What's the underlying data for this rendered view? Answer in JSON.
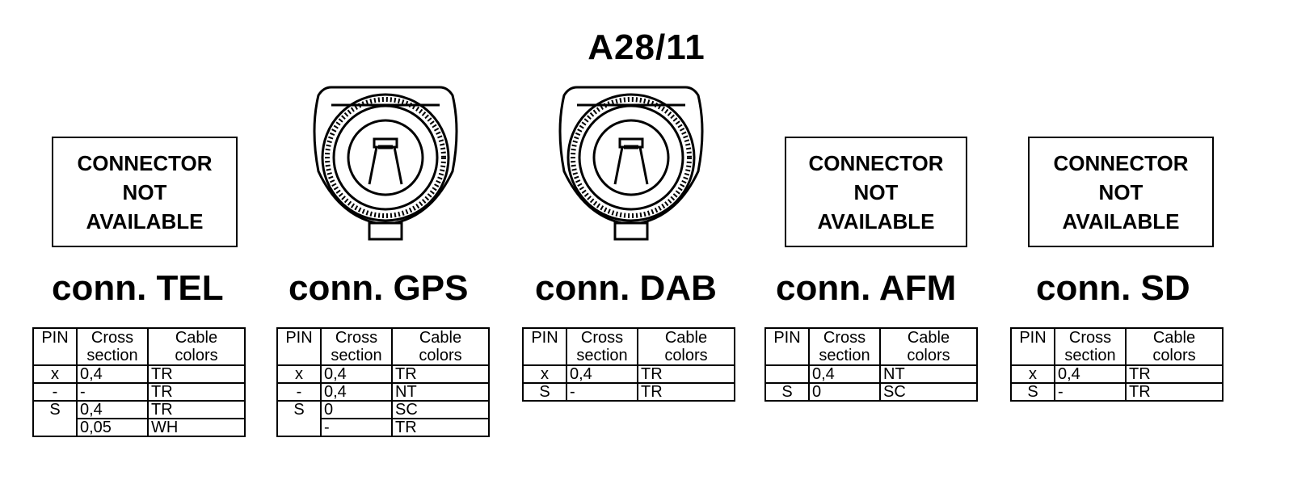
{
  "title": "A28/11",
  "headers": {
    "pin": "PIN",
    "cross_section": [
      "Cross",
      "section"
    ],
    "cable_colors": [
      "Cable",
      "colors"
    ]
  },
  "connectors": {
    "tel": {
      "label": "conn. TEL",
      "placeholder": [
        "CONNECTOR",
        "NOT",
        "AVAILABLE"
      ],
      "rows": [
        [
          "x",
          "0,4",
          "TR"
        ],
        [
          "-",
          "-",
          "TR"
        ],
        [
          "S",
          "0,4",
          "TR"
        ],
        [
          "",
          "0,05",
          "WH"
        ]
      ]
    },
    "gps": {
      "label": "conn. GPS",
      "icon": "coax-connector-icon",
      "rows": [
        [
          "x",
          "0,4",
          "TR"
        ],
        [
          "-",
          "0,4",
          "NT"
        ],
        [
          "S",
          "0",
          "SC"
        ],
        [
          "",
          "-",
          "TR"
        ]
      ]
    },
    "dab": {
      "label": "conn. DAB",
      "icon": "coax-connector-icon",
      "rows": [
        [
          "x",
          "0,4",
          "TR"
        ],
        [
          "S",
          "-",
          "TR"
        ]
      ]
    },
    "afm": {
      "label": "conn. AFM",
      "placeholder": [
        "CONNECTOR",
        "NOT",
        "AVAILABLE"
      ],
      "rows": [
        [
          "",
          "0,4",
          "NT"
        ],
        [
          "S",
          "0",
          "SC"
        ]
      ]
    },
    "sd": {
      "label": "conn. SD",
      "placeholder": [
        "CONNECTOR",
        "NOT",
        "AVAILABLE"
      ],
      "rows": [
        [
          "x",
          "0,4",
          "TR"
        ],
        [
          "S",
          "-",
          "TR"
        ]
      ]
    }
  }
}
